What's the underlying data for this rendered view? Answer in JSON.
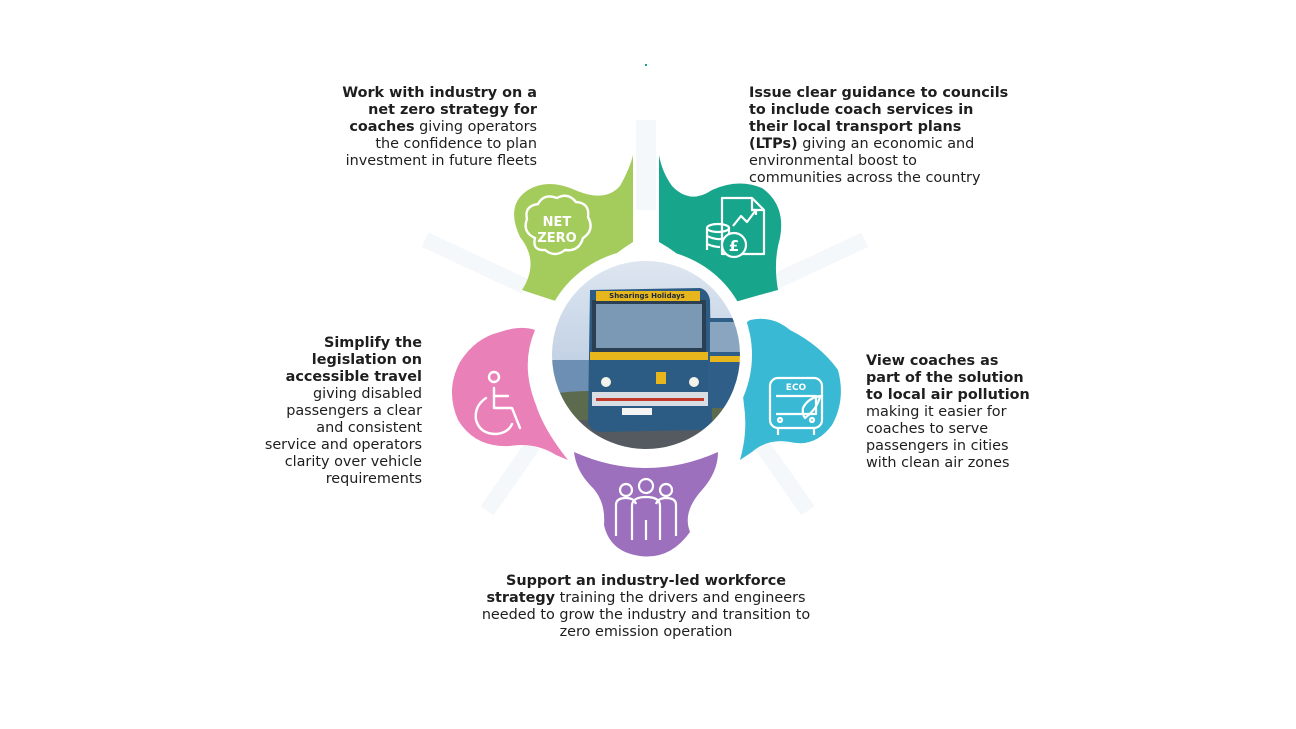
{
  "hub": {
    "photo_sign": "Shearings Holidays"
  },
  "petals": [
    {
      "id": "net-zero",
      "color": "#a4cc5c",
      "icon": "net-zero-cloud-icon",
      "icon_text": [
        "NET",
        "ZERO"
      ],
      "bold": "Work with industry on a net zero strategy for coaches",
      "rest": " giving operators the confidence to plan investment in future fleets"
    },
    {
      "id": "ltp",
      "color": "#17a58b",
      "icon": "coins-and-chart-document-icon",
      "bold": "Issue clear guidance to councils to include coach services in their local transport plans (LTPs)",
      "rest": " giving an economic and environmental boost to communities across the country"
    },
    {
      "id": "air",
      "color": "#3ab9d4",
      "icon": "eco-coach-icon",
      "icon_text": [
        "ECO"
      ],
      "bold": "View coaches as part of the solution to local air pollution",
      "rest": " making it easier for coaches to serve passengers in cities with clean air zones"
    },
    {
      "id": "workforce",
      "color": "#9d70be",
      "icon": "workforce-group-icon",
      "bold": "Support an industry-led workforce strategy",
      "rest": " training the drivers and engineers needed to grow the industry and transition to zero emission operation"
    },
    {
      "id": "accessible",
      "color": "#ea80b8",
      "icon": "wheelchair-icon",
      "bold": "Simplify the legislation on accessible travel",
      "rest": " giving disabled passengers a clear and consistent service and operators clarity over vehicle requirements"
    }
  ]
}
